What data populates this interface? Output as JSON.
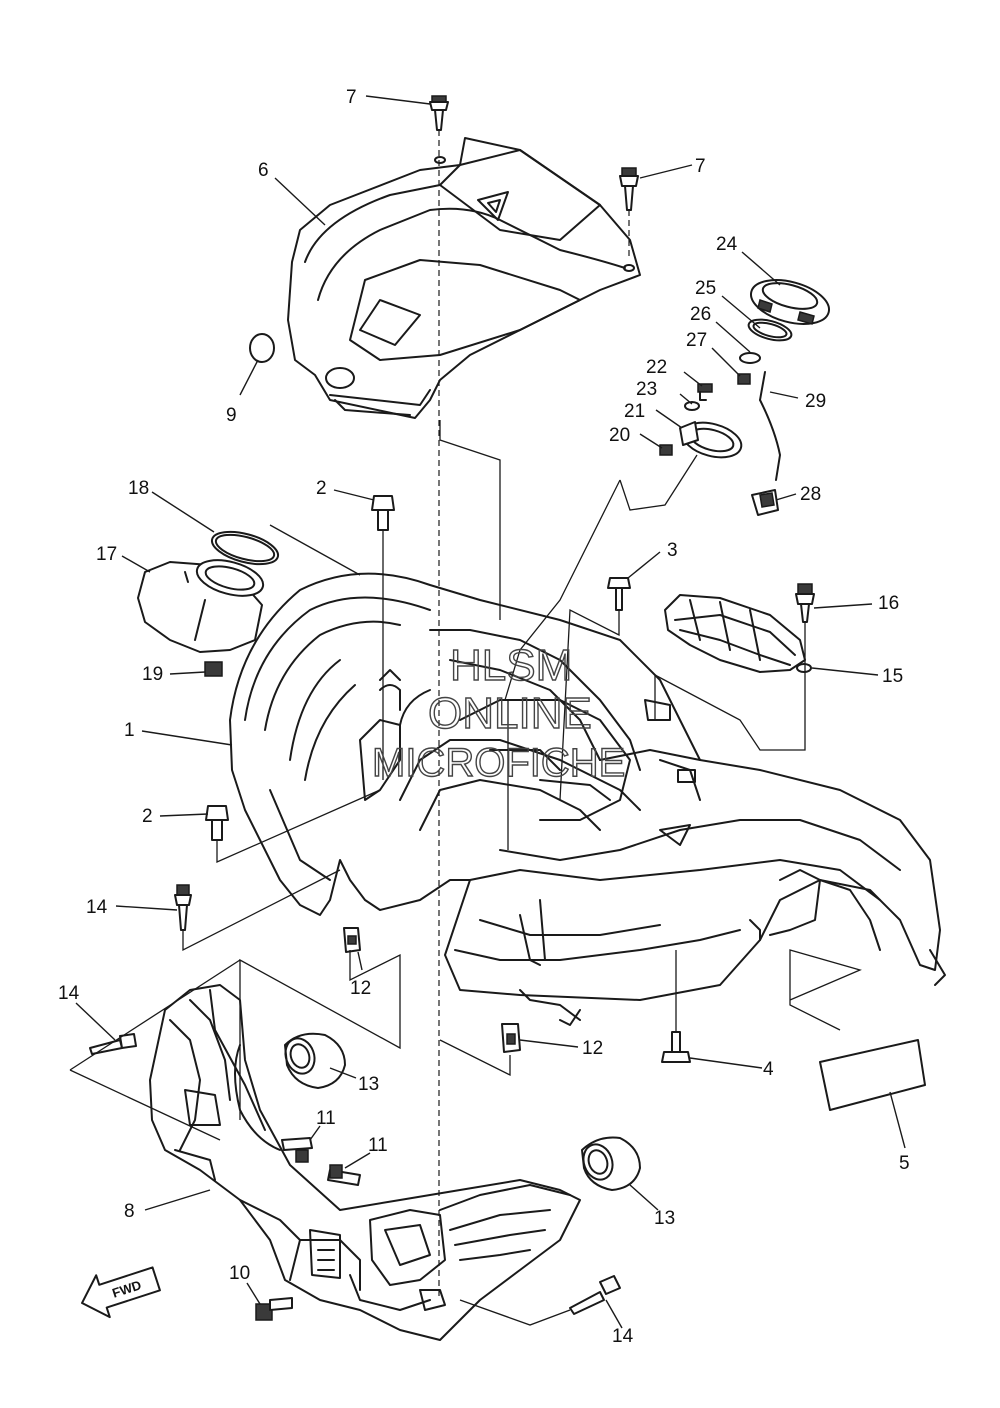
{
  "watermark": {
    "line1": "HLSM",
    "line2": "ONLINE",
    "line3": "MICROFICHE"
  },
  "direction_arrow": {
    "label": "FWD"
  },
  "callouts": [
    {
      "id": "c7a",
      "label": "7"
    },
    {
      "id": "c7b",
      "label": "7"
    },
    {
      "id": "c6",
      "label": "6"
    },
    {
      "id": "c24",
      "label": "24"
    },
    {
      "id": "c25",
      "label": "25"
    },
    {
      "id": "c26",
      "label": "26"
    },
    {
      "id": "c27",
      "label": "27"
    },
    {
      "id": "c22",
      "label": "22"
    },
    {
      "id": "c23",
      "label": "23"
    },
    {
      "id": "c29",
      "label": "29"
    },
    {
      "id": "c21",
      "label": "21"
    },
    {
      "id": "c20",
      "label": "20"
    },
    {
      "id": "c9",
      "label": "9"
    },
    {
      "id": "c18",
      "label": "18"
    },
    {
      "id": "c2a",
      "label": "2"
    },
    {
      "id": "c28",
      "label": "28"
    },
    {
      "id": "c17",
      "label": "17"
    },
    {
      "id": "c3",
      "label": "3"
    },
    {
      "id": "c16",
      "label": "16"
    },
    {
      "id": "c19",
      "label": "19"
    },
    {
      "id": "c15",
      "label": "15"
    },
    {
      "id": "c1",
      "label": "1"
    },
    {
      "id": "c2b",
      "label": "2"
    },
    {
      "id": "c14a",
      "label": "14"
    },
    {
      "id": "c12a",
      "label": "12"
    },
    {
      "id": "c14b",
      "label": "14"
    },
    {
      "id": "c12b",
      "label": "12"
    },
    {
      "id": "c4",
      "label": "4"
    },
    {
      "id": "c13a",
      "label": "13"
    },
    {
      "id": "c11a",
      "label": "11"
    },
    {
      "id": "c11b",
      "label": "11"
    },
    {
      "id": "c5",
      "label": "5"
    },
    {
      "id": "c8",
      "label": "8"
    },
    {
      "id": "c13b",
      "label": "13"
    },
    {
      "id": "c10",
      "label": "10"
    },
    {
      "id": "c14c",
      "label": "14"
    }
  ]
}
